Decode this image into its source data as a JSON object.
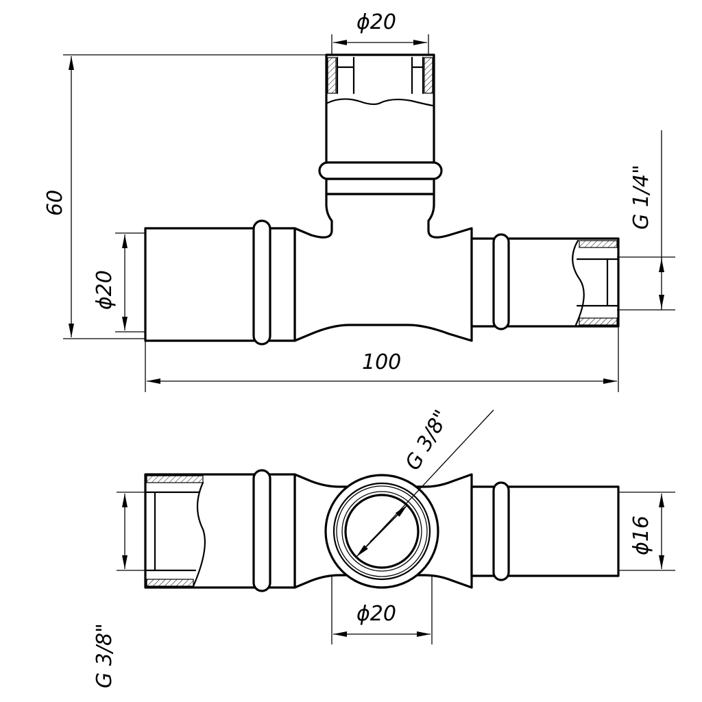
{
  "dimensions": {
    "top_view_top_diameter": "ϕ20",
    "top_view_height": "60",
    "top_view_left_diameter": "ϕ20",
    "top_view_right_thread": "G 1/4\"",
    "top_view_length": "100",
    "bottom_view_bore_thread": "G 3/8\"",
    "bottom_view_left_thread": "G 3/8\"",
    "bottom_view_right_diameter": "ϕ16",
    "bottom_view_boss_diameter": "ϕ20"
  },
  "colors": {
    "line": "#000000",
    "background": "#ffffff"
  }
}
